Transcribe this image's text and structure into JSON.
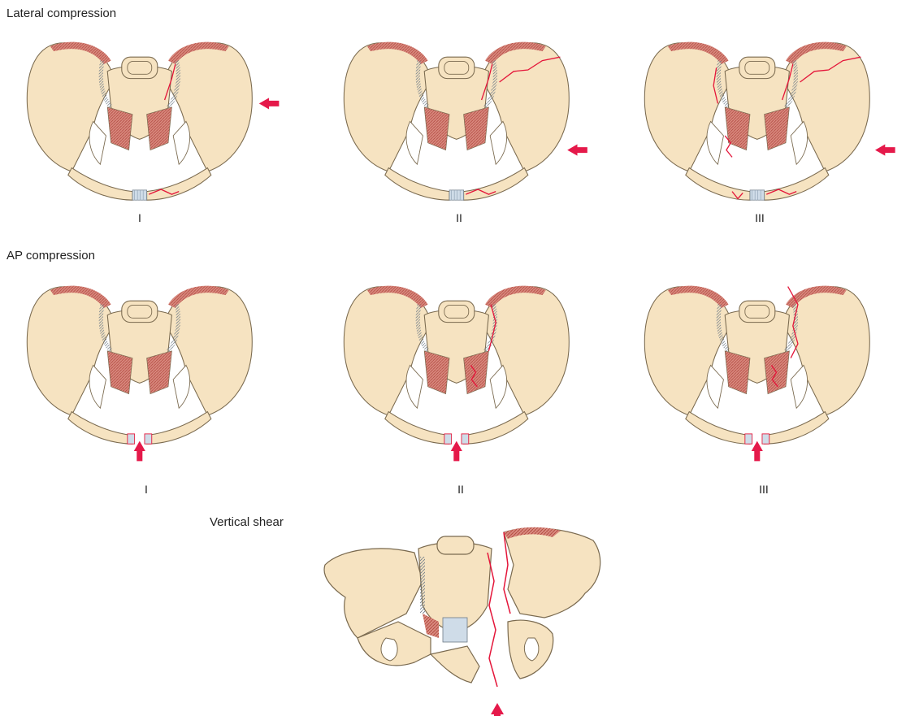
{
  "sections": [
    {
      "title": "Lateral compression",
      "panels": [
        {
          "label": "I"
        },
        {
          "label": "II"
        },
        {
          "label": "III"
        }
      ]
    },
    {
      "title": "AP compression",
      "panels": [
        {
          "label": "I"
        },
        {
          "label": "II"
        },
        {
          "label": "III"
        }
      ]
    },
    {
      "title": "Vertical shear",
      "panels": []
    }
  ],
  "colors": {
    "bone": "#f6e3c1",
    "bone_outline": "#7a6a4f",
    "muscle": "#c96c62",
    "ligament_hatch": "#6c7a86",
    "fracture": "#e4163a",
    "force_arrow": "#e5194a",
    "symphysis_disc": "#cfdce8"
  },
  "icons": {
    "force_arrow_lateral": "arrow-left-icon",
    "force_arrow_ap": "arrow-up-icon",
    "force_arrow_vertical": "arrow-up-icon"
  }
}
